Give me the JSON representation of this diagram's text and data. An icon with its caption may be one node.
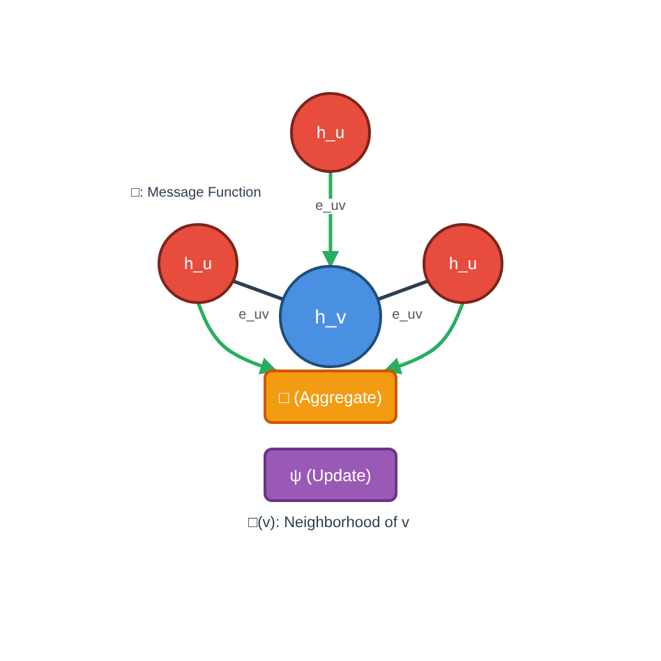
{
  "diagram": {
    "nodes": [
      {
        "text": [
          "h_u"
        ]
      },
      {
        "text": [
          "h_u"
        ]
      },
      {
        "text": [
          "h_u"
        ]
      },
      {
        "text": [
          "h_v"
        ]
      },
      {
        "text": [
          "□ (Aggregate)"
        ]
      },
      {
        "text": [
          "ψ (Update)"
        ]
      }
    ],
    "edges": [
      {
        "from": 0,
        "to": 3,
        "arrow": "to",
        "label": "e_uv"
      },
      {
        "from": 1,
        "to": 3,
        "arrow": "none",
        "label": "e_uv",
        "color": "#2c3e50"
      },
      {
        "from": 2,
        "to": 3,
        "arrow": "none",
        "label": "e_uv",
        "color": "#2c3e50"
      },
      {
        "from": 1,
        "to": 4,
        "arrow": "to"
      },
      {
        "from": 2,
        "to": 4,
        "arrow": "to"
      }
    ],
    "labels": [
      "□: Message Function",
      "□(v): Neighborhood of v"
    ]
  }
}
